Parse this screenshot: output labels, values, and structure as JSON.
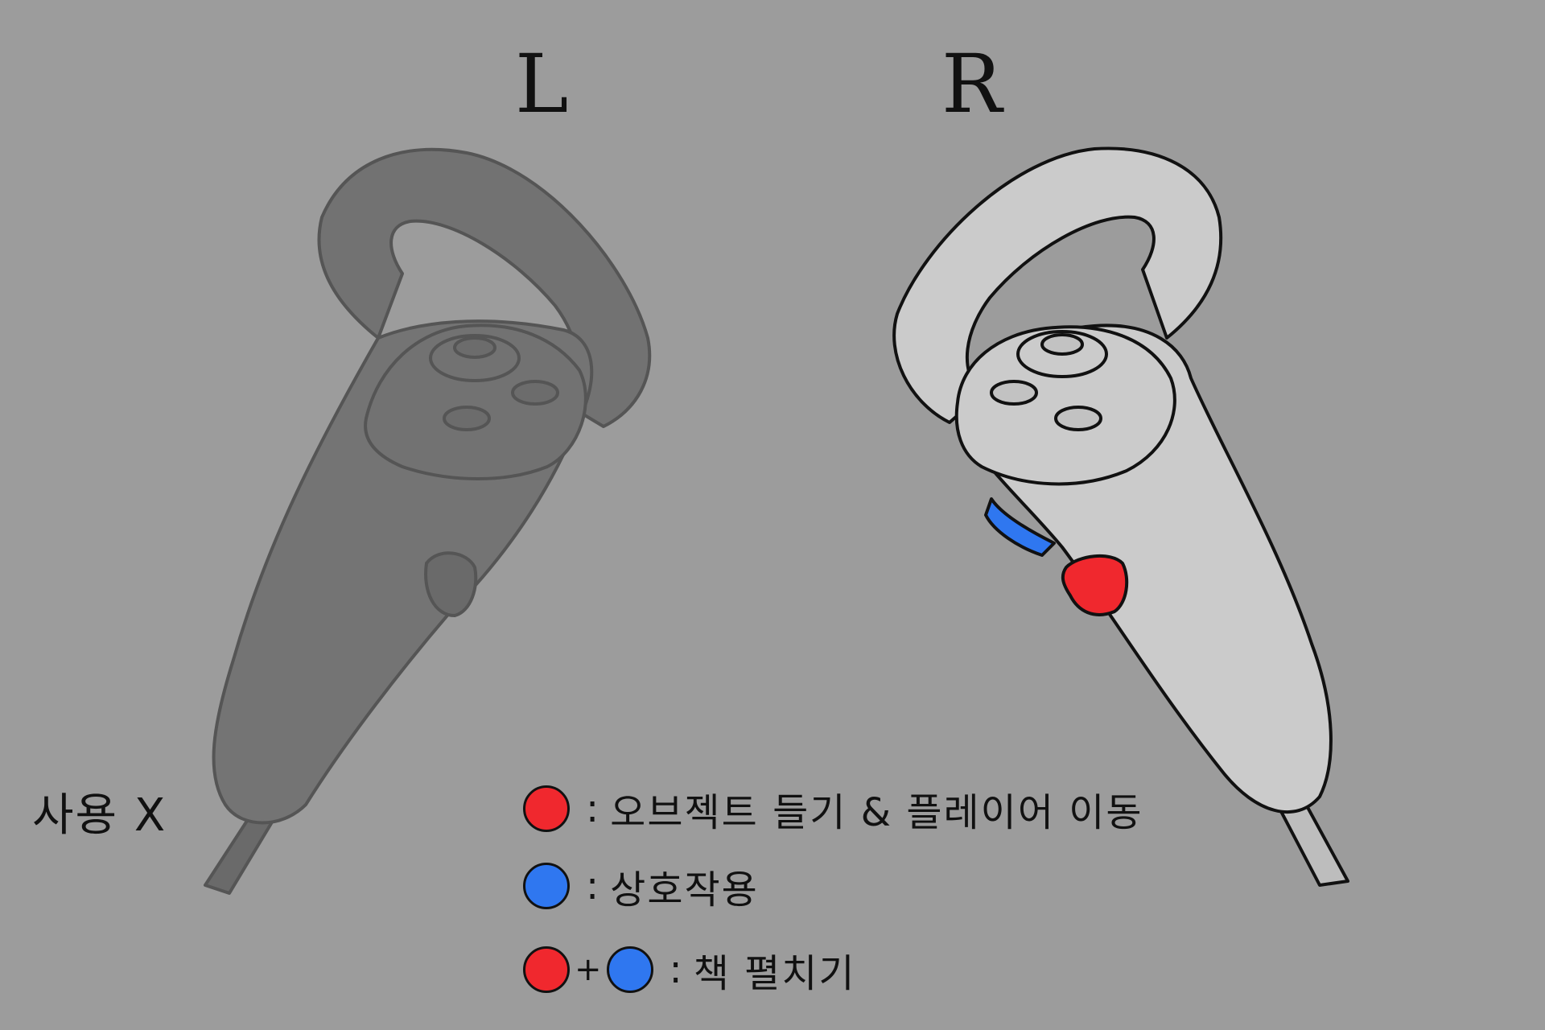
{
  "labels": {
    "left": "L",
    "right": "R"
  },
  "unused_note": "사용 X",
  "colors": {
    "background": "#9c9c9c",
    "left_controller": "#747474",
    "right_controller": "#cbcbcb",
    "red_button": "#f0282e",
    "blue_button": "#2f77f0"
  },
  "legend": [
    {
      "buttons": [
        "red"
      ],
      "colon": ":",
      "text": "오브젝트 들기 & 플레이어 이동"
    },
    {
      "buttons": [
        "blue"
      ],
      "colon": ":",
      "text": "상호작용"
    },
    {
      "buttons": [
        "red",
        "blue"
      ],
      "joiner": "+",
      "colon": ":",
      "text": "책 펼치기"
    }
  ]
}
